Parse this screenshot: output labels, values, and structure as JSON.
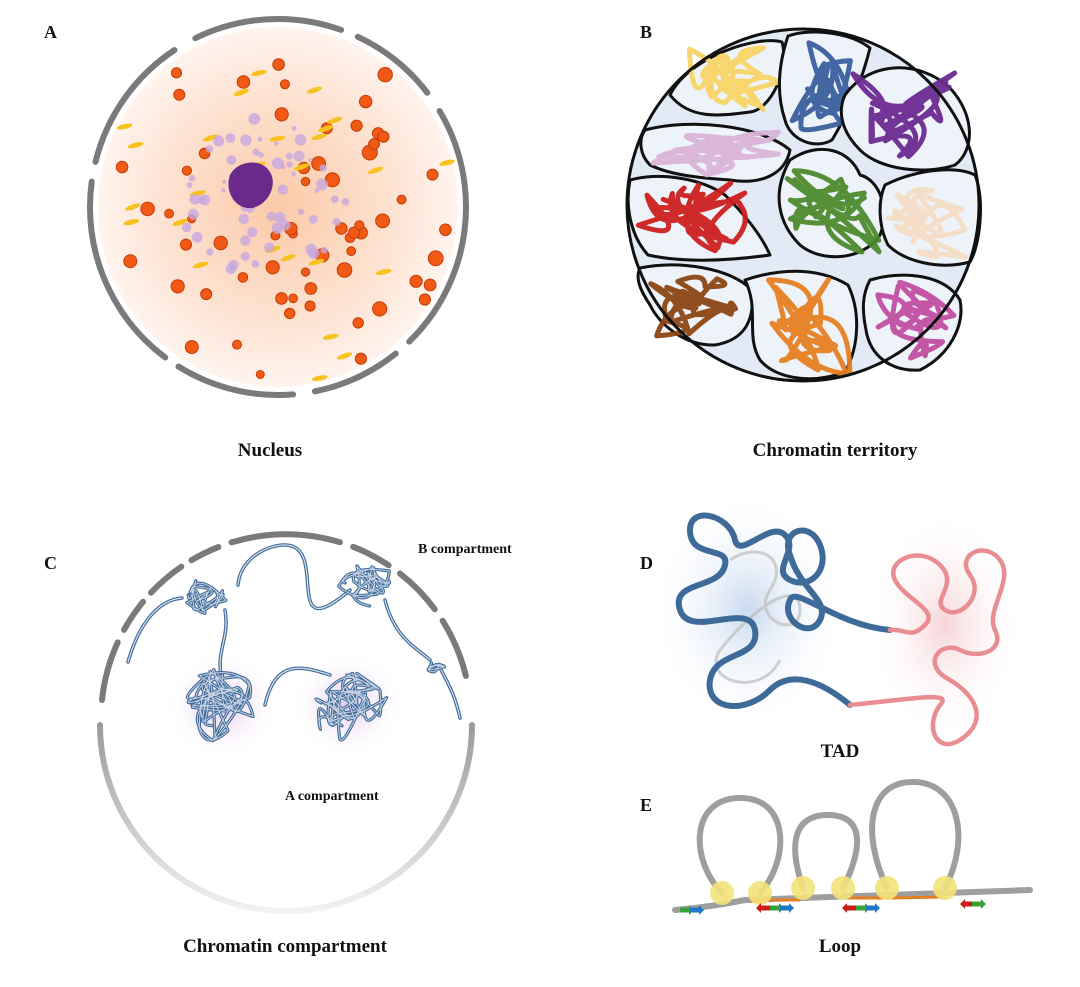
{
  "panels": {
    "a": {
      "letter": "A",
      "caption": "Nucleus"
    },
    "b": {
      "letter": "B",
      "caption": "Chromatin territory"
    },
    "c": {
      "letter": "C",
      "caption": "Chromatin compartment",
      "label_b": "B compartment",
      "label_a": "A compartment"
    },
    "d": {
      "letter": "D",
      "caption": "TAD"
    },
    "e": {
      "letter": "E",
      "caption": "Loop"
    }
  },
  "colors": {
    "envelope": "#7a7a7a",
    "speckle": "#f05a14",
    "speckle_dot": "#f6c21e",
    "nucleolus": "#6a2a8c",
    "chromatin_blue": "#3e6a9a",
    "tad_pink": "#e88e92",
    "cohesin": "#f3e37a",
    "ctcf_red": "#c81e1e",
    "ctcf_green": "#3aa23a",
    "ctcf_blue": "#1f77c8",
    "territory_colors": [
      "#f6d465",
      "#3a5f9e",
      "#6a2a91",
      "#d9b4d8",
      "#cc1f1f",
      "#4c8a2e",
      "#f4dcc4",
      "#8b4513",
      "#e67e22",
      "#c04da0"
    ]
  }
}
